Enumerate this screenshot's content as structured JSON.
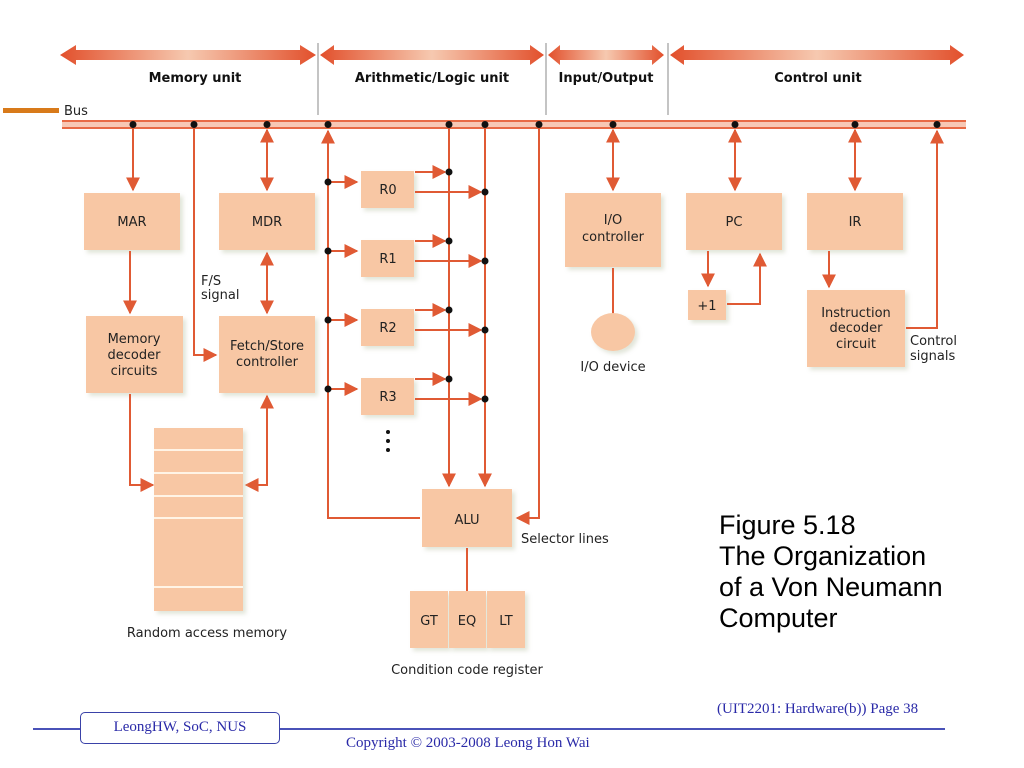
{
  "diagram": {
    "sections": [
      {
        "label": "Memory unit"
      },
      {
        "label": "Arithmetic/Logic unit"
      },
      {
        "label": "Input/Output"
      },
      {
        "label": "Control unit"
      }
    ],
    "bus_label": "Bus",
    "memory": {
      "mar": "MAR",
      "mdr": "MDR",
      "fs_signal_line1": "F/S",
      "fs_signal_line2": "signal",
      "decoder_line1": "Memory",
      "decoder_line2": "decoder",
      "decoder_line3": "circuits",
      "fetch_line1": "Fetch/Store",
      "fetch_line2": "controller",
      "ram_label": "Random access memory"
    },
    "alu_unit": {
      "registers": [
        "R0",
        "R1",
        "R2",
        "R3"
      ],
      "ellipsis": "⋮",
      "alu": "ALU",
      "selector_label": "Selector lines",
      "condition_codes": [
        "GT",
        "EQ",
        "LT"
      ],
      "ccr_label": "Condition code register"
    },
    "io": {
      "controller_line1": "I/O",
      "controller_line2": "controller",
      "device_label": "I/O device"
    },
    "control": {
      "pc": "PC",
      "incrementer": "+1",
      "ir": "IR",
      "decoder_line1": "Instruction",
      "decoder_line2": "decoder",
      "decoder_line3": "circuit",
      "signals_line1": "Control",
      "signals_line2": "signals"
    }
  },
  "caption": {
    "line1": "Figure 5.18",
    "line2": "The Organization",
    "line3": "of a Von Neumann",
    "line4": "Computer"
  },
  "footer": {
    "page_ref": "(UIT2201: Hardware(b)) Page 38",
    "author_tab": "LeongHW, SoC, NUS",
    "copyright": "Copyright © 2003-2008 Leong Hon Wai"
  },
  "colors": {
    "box_fill": "#f8c7a4",
    "wire": "#e05a34",
    "bus_legend": "#d87a1a",
    "footer_text": "#2a2aa8"
  }
}
